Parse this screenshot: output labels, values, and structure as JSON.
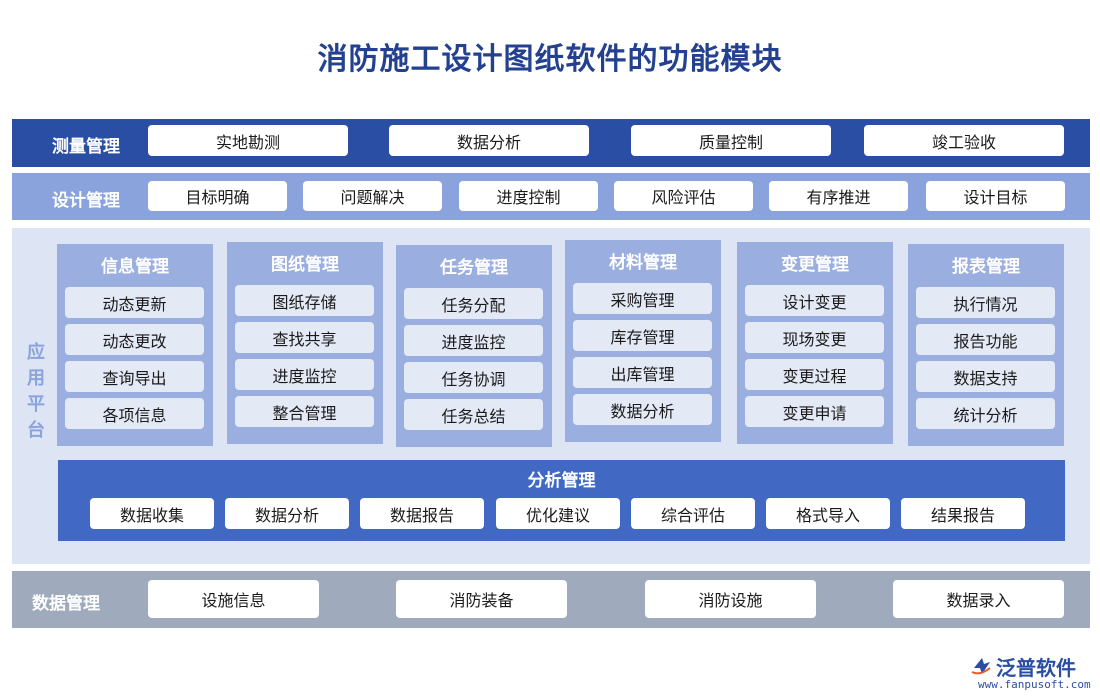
{
  "title": "消防施工设计图纸软件的功能模块",
  "measure": {
    "label": "测量管理",
    "items": [
      "实地勘测",
      "数据分析",
      "质量控制",
      "竣工验收"
    ]
  },
  "design": {
    "label": "设计管理",
    "items": [
      "目标明确",
      "问题解决",
      "进度控制",
      "风险评估",
      "有序推进",
      "设计目标"
    ]
  },
  "app": {
    "label": [
      "应",
      "用",
      "平",
      "台"
    ],
    "modules": [
      {
        "title": "信息管理",
        "items": [
          "动态更新",
          "动态更改",
          "查询导出",
          "各项信息"
        ]
      },
      {
        "title": "图纸管理",
        "items": [
          "图纸存储",
          "查找共享",
          "进度监控",
          "整合管理"
        ]
      },
      {
        "title": "任务管理",
        "items": [
          "任务分配",
          "进度监控",
          "任务协调",
          "任务总结"
        ]
      },
      {
        "title": "材料管理",
        "items": [
          "采购管理",
          "库存管理",
          "出库管理",
          "数据分析"
        ]
      },
      {
        "title": "变更管理",
        "items": [
          "设计变更",
          "现场变更",
          "变更过程",
          "变更申请"
        ]
      },
      {
        "title": "报表管理",
        "items": [
          "执行情况",
          "报告功能",
          "数据支持",
          "统计分析"
        ]
      }
    ],
    "analysis": {
      "title": "分析管理",
      "items": [
        "数据收集",
        "数据分析",
        "数据报告",
        "优化建议",
        "综合评估",
        "格式导入",
        "结果报告"
      ]
    }
  },
  "data_mgmt": {
    "label": "数据管理",
    "items": [
      "设施信息",
      "消防装备",
      "消防设施",
      "数据录入"
    ]
  },
  "logo": {
    "name": "泛普软件",
    "url": "www.fanpusoft.com"
  },
  "colors": {
    "title": "#24418f",
    "measure_band": "#2a4ea3",
    "design_band": "#8aa3dc",
    "app_band": "#dde5f5",
    "module_bg": "#9aaee0",
    "analysis_bg": "#4169c4",
    "data_band": "#a0aabd"
  }
}
